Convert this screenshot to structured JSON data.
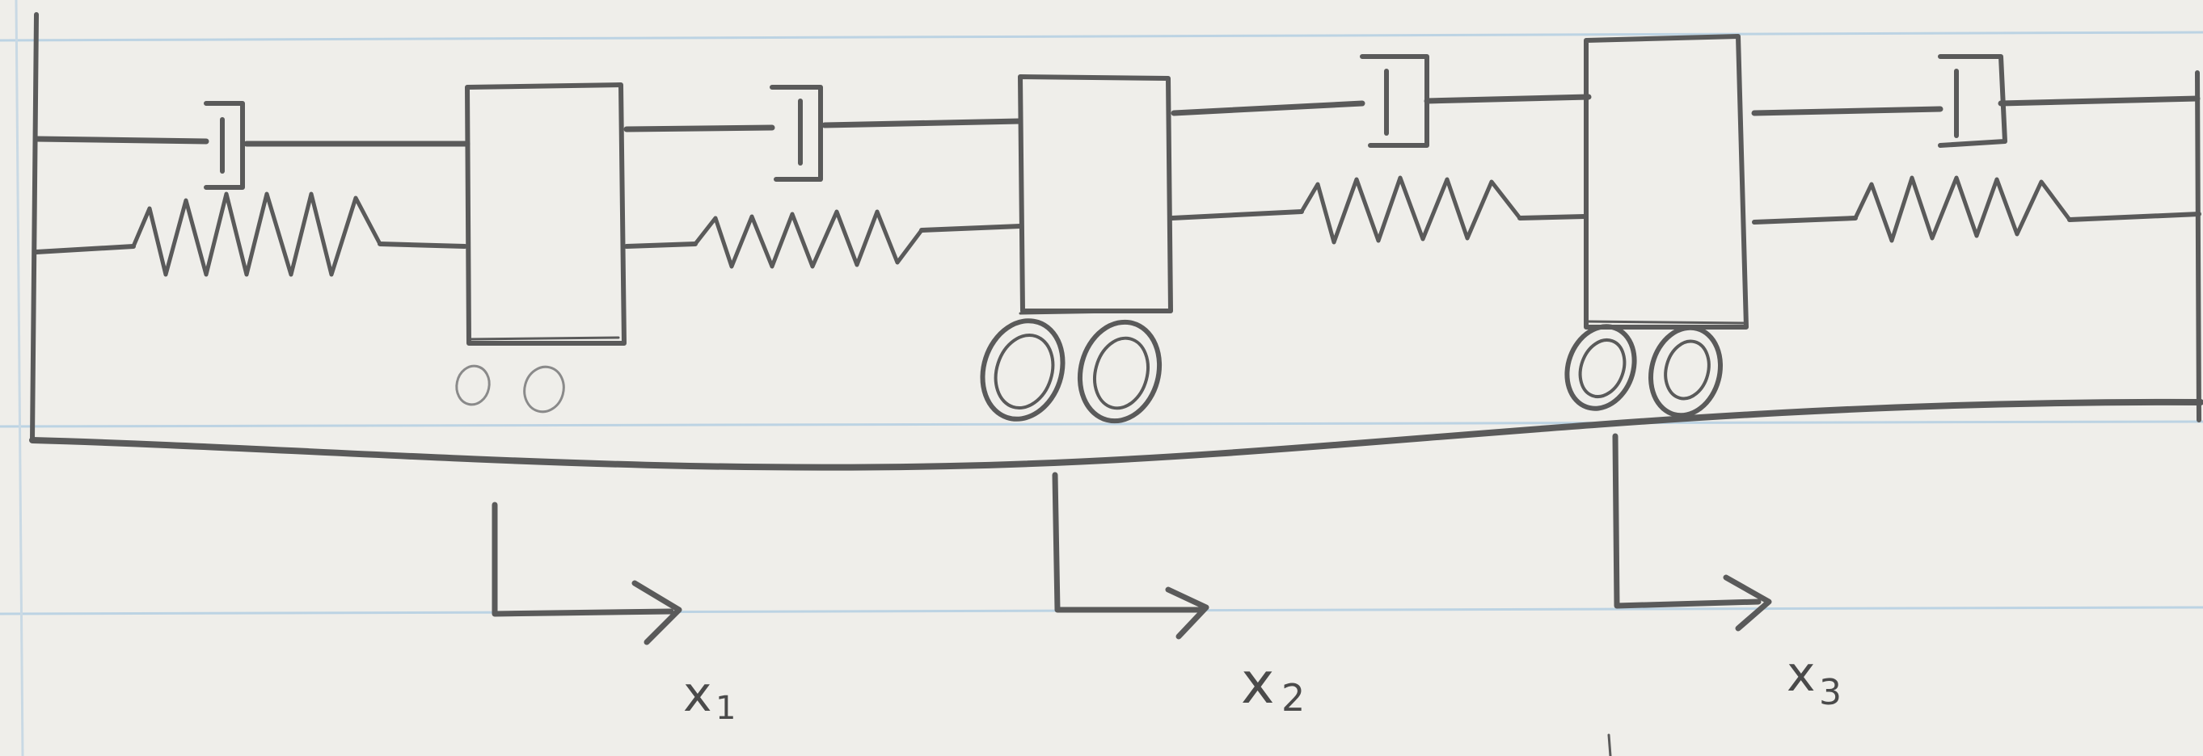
{
  "diagram": {
    "colors": {
      "paper": "#efeeea",
      "ruled_line": "#bcd3e3",
      "ink": "#5a5a5a"
    },
    "masses": [
      {
        "label": "x",
        "subscript": "1",
        "wheel_style": "faint"
      },
      {
        "label": "x",
        "subscript": "2",
        "wheel_style": "bold"
      },
      {
        "label": "x",
        "subscript": "3",
        "wheel_style": "bold"
      }
    ],
    "springs": 4,
    "dampers": 4
  }
}
